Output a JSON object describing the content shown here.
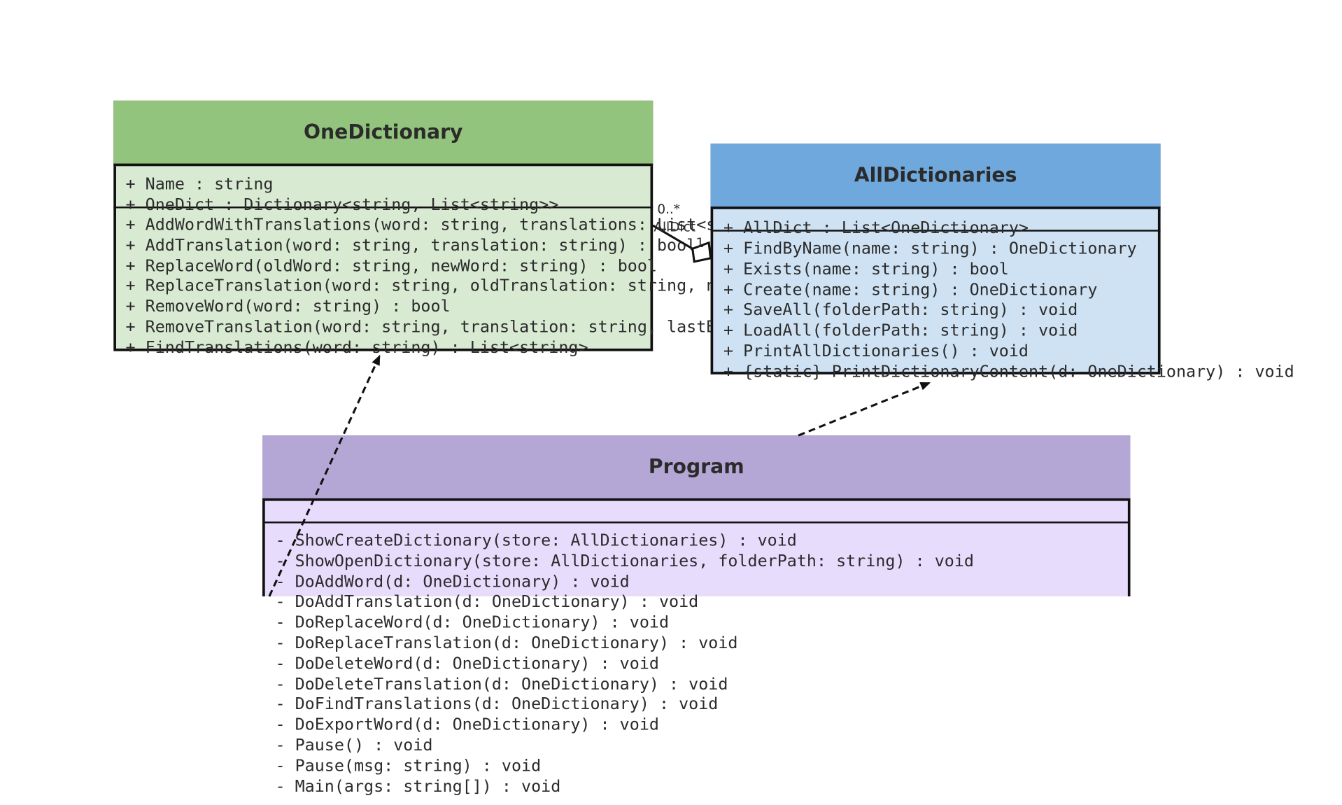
{
  "classes": {
    "one_dictionary": {
      "name": "OneDictionary",
      "header_color": "#93c47d",
      "body_color": "#d9ead3",
      "attributes": [
        "+ Name : string",
        "+ OneDict : Dictionary<string, List<string>>"
      ],
      "methods": [
        "+ AddWordWithTranslations(word: string, translations: List<string>) : void",
        "+ AddTranslation(word: string, translation: string) : bool",
        "+ ReplaceWord(oldWord: string, newWord: string) : bool",
        "+ ReplaceTranslation(word: string, oldTranslation: string, newTranslation: string) : bool",
        "+ RemoveWord(word: string) : bool",
        "+ RemoveTranslation(word: string, translation: string, lastBlocked: out bool) : bool",
        "+ FindTranslations(word: string) : List<string>"
      ]
    },
    "all_dictionaries": {
      "name": "AllDictionaries",
      "header_color": "#6fa8dc",
      "body_color": "#cfe2f3",
      "attributes": [
        "+ AllDict : List<OneDictionary>"
      ],
      "methods": [
        "+ FindByName(name: string) : OneDictionary",
        "+ Exists(name: string) : bool",
        "+ Create(name: string) : OneDictionary",
        "+ SaveAll(folderPath: string) : void",
        "+ LoadAll(folderPath: string) : void",
        "+ PrintAllDictionaries() : void",
        "+ {static} PrintDictionaryContent(d: OneDictionary) : void"
      ]
    },
    "program": {
      "name": "Program",
      "header_color": "#b4a7d6",
      "body_color": "#e8dcfd",
      "attributes": [],
      "methods": [
        "- ShowCreateDictionary(store: AllDictionaries) : void",
        "- ShowOpenDictionary(store: AllDictionaries, folderPath: string) : void",
        "- DoAddWord(d: OneDictionary) : void",
        "- DoAddTranslation(d: OneDictionary) : void",
        "- DoReplaceWord(d: OneDictionary) : void",
        "- DoReplaceTranslation(d: OneDictionary) : void",
        "- DoDeleteWord(d: OneDictionary) : void",
        "- DoDeleteTranslation(d: OneDictionary) : void",
        "- DoFindTranslations(d: OneDictionary) : void",
        "- DoExportWord(d: OneDictionary) : void",
        "- Pause() : void",
        "- Pause(msg: string) : void",
        "- Main(args: string[]) : void"
      ]
    }
  },
  "relations": {
    "aggregation": {
      "multiplicity": "0..*",
      "role": "AllDict",
      "multiplicity_end": "1"
    }
  }
}
